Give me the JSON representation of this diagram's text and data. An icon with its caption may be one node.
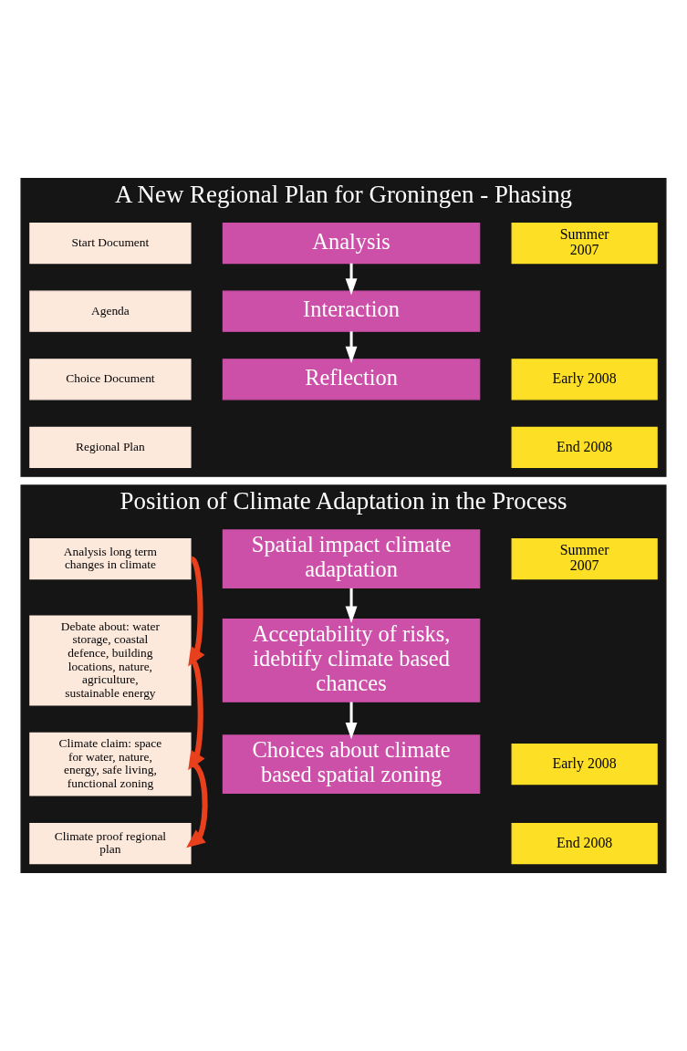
{
  "diagram": {
    "nodes": [
      {
        "text": [
          "A New Regional Plan for Groningen - Phasing"
        ]
      },
      {
        "text": [
          "Start Document"
        ],
        "in": 0
      },
      {
        "text": [
          "Analysis"
        ],
        "in": 0
      },
      {
        "text": [
          "Summer 2007"
        ],
        "in": 0
      },
      {
        "text": [
          "Agenda"
        ],
        "in": 0
      },
      {
        "text": [
          "Interaction"
        ],
        "in": 0
      },
      {
        "text": [
          "Choice Document"
        ],
        "in": 0
      },
      {
        "text": [
          "Early 2008"
        ],
        "in": 0
      },
      {
        "text": [
          "Reflection"
        ],
        "in": 0
      },
      {
        "text": [
          "Regional Plan"
        ],
        "in": 0
      },
      {
        "text": [
          "End 2008"
        ],
        "in": 0
      },
      {
        "text": [
          "Position of Climate Adaptation in the Process"
        ]
      },
      {
        "text": [
          "Analysis long term changes in climate"
        ],
        "in": 11
      },
      {
        "text": [
          "Spatial impact climate adaptation"
        ],
        "in": 11
      },
      {
        "text": [
          "Debate about: water storage, coastal defence, building locations, nature, agriculture, sustainable energy"
        ],
        "in": 11
      },
      {
        "text": [
          "Summer 2007"
        ],
        "in": 11
      },
      {
        "text": [
          "Acceptability of risks, idebtify climate based chances"
        ],
        "in": 11
      },
      {
        "text": [
          "Climate claim: space for water, nature, energy, safe living, functional zoning"
        ],
        "in": 11
      },
      {
        "text": [
          "Early 2008"
        ],
        "in": 11
      },
      {
        "text": [
          "Choices about climate based spatial zoning"
        ],
        "in": 11
      },
      {
        "text": [
          "Climate proof regional plan"
        ],
        "in": 11
      },
      {
        "text": [
          "End 2008"
        ],
        "in": 11
      }
    ],
    "edges": [
      {
        "from": 2,
        "to": 5,
        "arrow": "to"
      },
      {
        "from": 5,
        "to": 8,
        "arrow": "to"
      },
      {
        "from": 13,
        "to": 16,
        "arrow": "to"
      },
      {
        "from": 16,
        "to": 19,
        "arrow": "to"
      },
      {
        "from": 12,
        "to": 14,
        "arrow": "to",
        "style": "thick",
        "color": "#e8401c"
      },
      {
        "from": 14,
        "to": 17,
        "arrow": "to",
        "style": "thick",
        "color": "#e8401c"
      },
      {
        "from": 17,
        "to": 20,
        "arrow": "to",
        "style": "thick",
        "color": "#e8401c"
      }
    ]
  }
}
